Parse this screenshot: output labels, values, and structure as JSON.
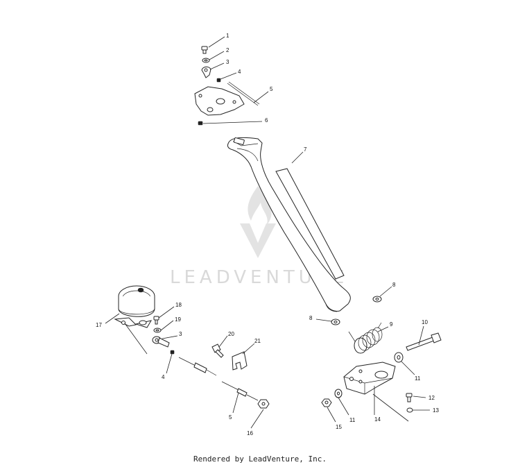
{
  "watermark": {
    "brand": "LEADVENTURE"
  },
  "footer": {
    "credit": "Rendered by LeadVenture, Inc."
  },
  "callouts": {
    "c1": "1",
    "c2": "2",
    "c3": "3",
    "c4": "4",
    "c5": "5",
    "c6": "6",
    "c7": "7",
    "c8a": "8",
    "c8b": "8",
    "c9": "9",
    "c10": "10",
    "c11a": "11",
    "c11b": "11",
    "c12": "12",
    "c13": "13",
    "c14": "14",
    "c15": "15",
    "c16": "16",
    "c17": "17",
    "c18": "18",
    "c19": "19",
    "c3b": "3",
    "c4b": "4",
    "c20": "20",
    "c21": "21",
    "c5b": "5"
  }
}
